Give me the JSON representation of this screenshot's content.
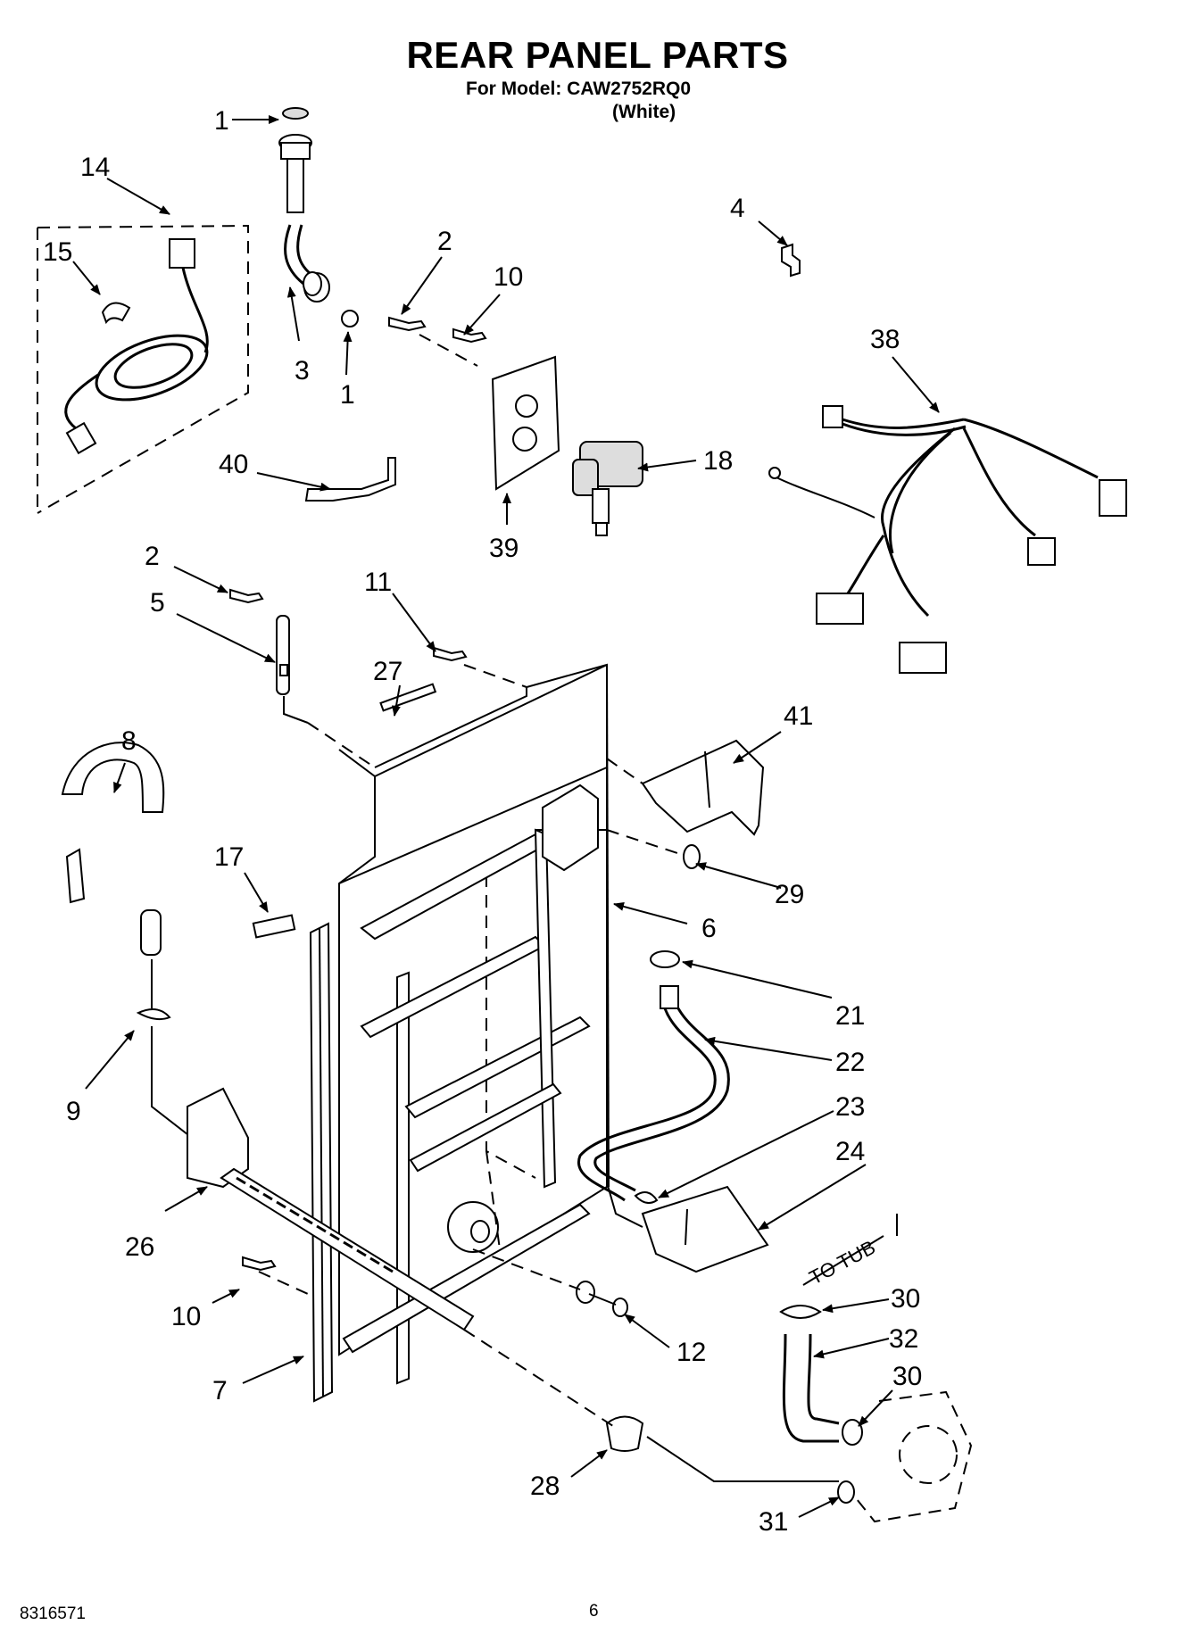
{
  "header": {
    "title": "REAR PANEL PARTS",
    "model_line": "For Model: CAW2752RQ0",
    "color": "(White)"
  },
  "footer": {
    "doc_number": "8316571",
    "page": "6"
  },
  "annotations": {
    "to_tub": "TO TUB"
  },
  "callouts": {
    "c1a": "1",
    "c14": "14",
    "c15": "15",
    "c2a": "2",
    "c10a": "10",
    "c4": "4",
    "c3": "3",
    "c1b": "1",
    "c38": "38",
    "c40": "40",
    "c18": "18",
    "c39": "39",
    "c2b": "2",
    "c5": "5",
    "c11": "11",
    "c27": "27",
    "c41": "41",
    "c8": "8",
    "c17": "17",
    "c29": "29",
    "c6": "6",
    "c21": "21",
    "c22": "22",
    "c9": "9",
    "c23": "23",
    "c24": "24",
    "c26": "26",
    "c30a": "30",
    "c10b": "10",
    "c32": "32",
    "c12": "12",
    "c7": "7",
    "c30b": "30",
    "c28": "28",
    "c31": "31"
  }
}
